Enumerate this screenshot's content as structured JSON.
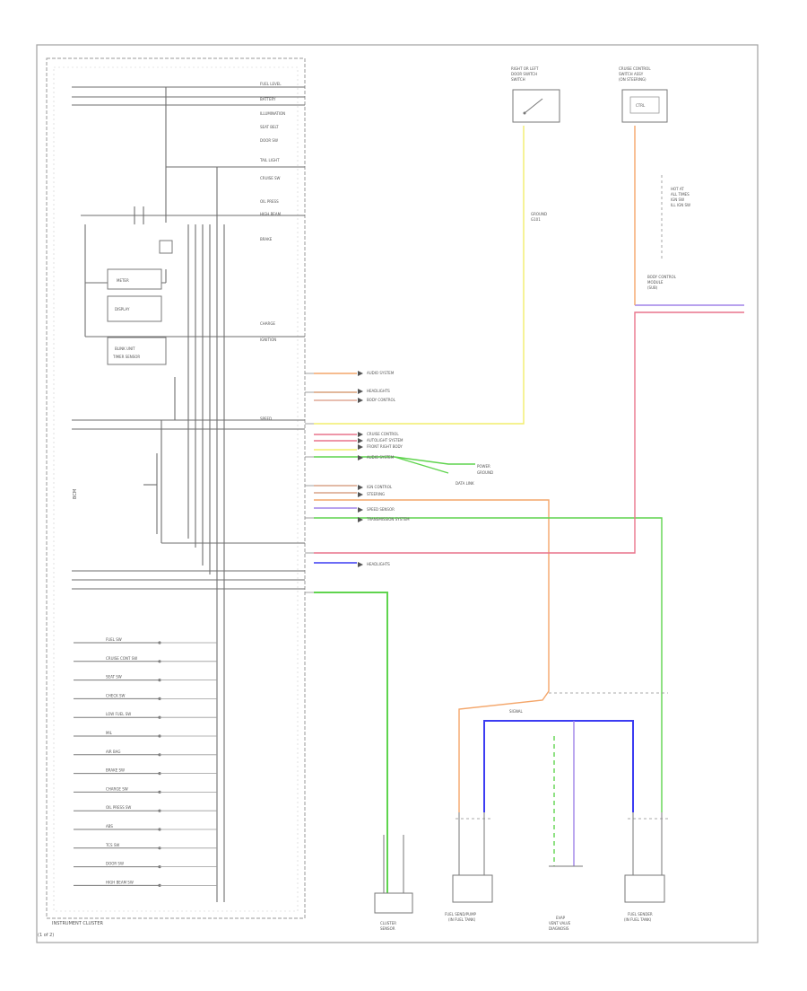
{
  "cluster_label": "INSTRUMENT CLUSTER",
  "footer_code": "(1 of 2)",
  "vertical_label": "BCM",
  "top_left_device": {
    "lines": [
      "RIGHT OR LEFT",
      "DOOR SWITCH",
      "SWITCH"
    ]
  },
  "top_right_device": {
    "lines": [
      "CRUISE CONTROL",
      "SWITCH ASSY",
      "(ON STEERING)"
    ],
    "inner": "CTRL"
  },
  "bottom_devices": [
    {
      "lines": [
        "CLUSTER",
        "SENSOR"
      ]
    },
    {
      "lines": [
        "FUEL SEND/PUMP",
        "(IN FUEL TANK)"
      ]
    },
    {
      "lines": [
        "EVAP",
        "VENT VALVE",
        "DIAGNOSIS"
      ]
    },
    {
      "lines": [
        "FUEL SENDER",
        "(IN FUEL TANK)"
      ]
    }
  ],
  "left_boxes": [
    "METER",
    "DISPLAY",
    "BLINK UNIT",
    "TIMER SENSOR"
  ],
  "right_boxes_text": [
    "BODY CONTROL",
    "MODULE",
    "(SUB)"
  ],
  "right_notes": [
    "HOT AT",
    "ALL TIMES",
    "IGN SW",
    "ILL IGN SW"
  ],
  "ground_notes": [
    "GROUND",
    "G101"
  ],
  "pin_labels_top": [
    "FUEL LEVEL",
    "BATTERY",
    "ILLUMINATION",
    "SEAT BELT",
    "DOOR SW",
    "TAIL LIGHT",
    "CRUISE SW",
    "OIL PRESS",
    "HIGH BEAM",
    "BRAKE",
    "CHARGE",
    "IGNITION",
    "SPEED"
  ],
  "wire_labels": [
    "AUDIO SYSTEM",
    "HEADLIGHTS",
    "BODY CONTROL",
    "CRUISE CONTROL",
    "AUTOLIGHT SYSTEM",
    "FRONT RIGHT BODY",
    "AUDIO SYSTEM",
    "IGN CONTROL",
    "STEERING",
    "SPEED SENSOR",
    "TRANSMISSION SYSTEM",
    "HEADLIGHTS"
  ],
  "mid_notes": [
    "POWER",
    "GROUND",
    "DATA LINK",
    "SIGNAL"
  ],
  "left_pins_lower": [
    "FUEL SW",
    "CRUISE CONT SW",
    "SEAT SW",
    "CHECK SW",
    "LOW FUEL SW",
    "MIL",
    "AIR BAG",
    "BRAKE SW",
    "CHARGE SW",
    "OIL PRESS SW",
    "ABS",
    "TCS SW",
    "DOOR SW",
    "HIGH BEAM SW"
  ],
  "colors": {
    "frame": "#9a9a9a",
    "wire_dark": "#5e5e5e",
    "orange": "#f4a66a",
    "red": "#e9748c",
    "yellow": "#f2ee6c",
    "green": "#5fd44e",
    "blue": "#3c3cf2",
    "purple": "#a084e8",
    "tan": "#d9a488"
  }
}
